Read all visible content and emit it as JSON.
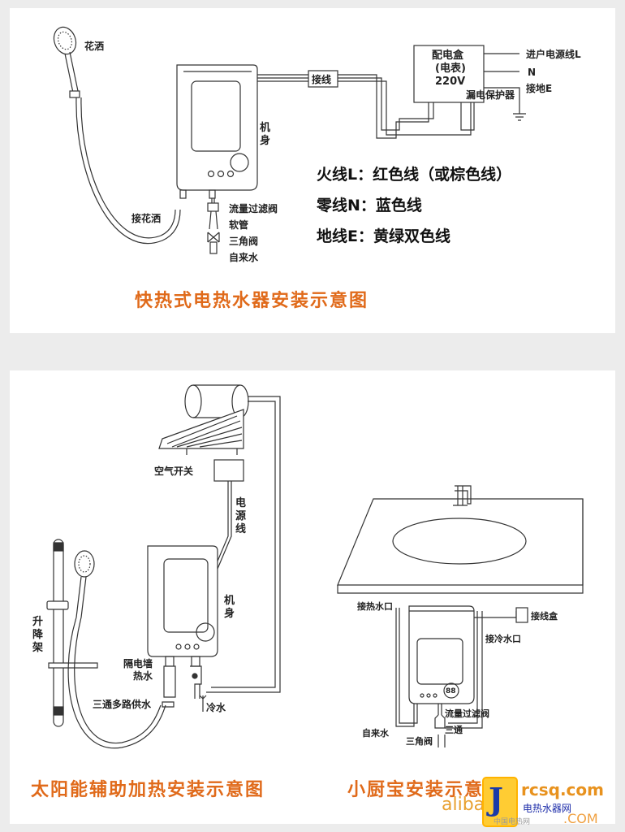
{
  "diagram1": {
    "title": "快热式电热水器安装示意图",
    "labels": {
      "shower": "花洒",
      "junction": "接线",
      "dist_box_line1": "配电盒",
      "dist_box_line2": "(电表)",
      "dist_box_line3": "220V",
      "incoming_l": "进户电源线L",
      "neutral": "N",
      "ground": "接地E",
      "leakage_protector": "漏电保护器",
      "body": "机身",
      "shower_connection": "接花洒",
      "flow_filter_valve": "流量过滤阀",
      "hose": "软管",
      "angle_valve": "三角阀",
      "tap_water": "自来水"
    },
    "wire_legend": [
      "火线L：红色线（或棕色线）",
      "零线N：蓝色线",
      "地线E：黄绿双色线"
    ]
  },
  "diagram2": {
    "title": "太阳能辅助加热安装示意图",
    "labels": {
      "air_switch": "空气开关",
      "power_line": "电源线",
      "body": "机身",
      "lift_rack": "升降架",
      "wall_hot_water_1": "隔电墙",
      "wall_hot_water_2": "热水",
      "tee_supply": "三通多路供水",
      "cold_water": "冷水"
    }
  },
  "diagram3": {
    "title": "小厨宝安装示意图",
    "labels": {
      "hot_water_outlet": "接热水口",
      "junction_box": "接线盒",
      "cold_water_inlet": "接冷水口",
      "display": "88",
      "flow_filter_valve": "流量过滤阀",
      "tap_water": "自来水",
      "tee": "三通",
      "angle_valve": "三角阀"
    }
  },
  "watermark": {
    "site": "rcsq.com",
    "name": "电热水器网",
    "brand": "alibaba",
    "small": "中国电热网",
    "suffix": ".COM",
    "logo": "J"
  }
}
